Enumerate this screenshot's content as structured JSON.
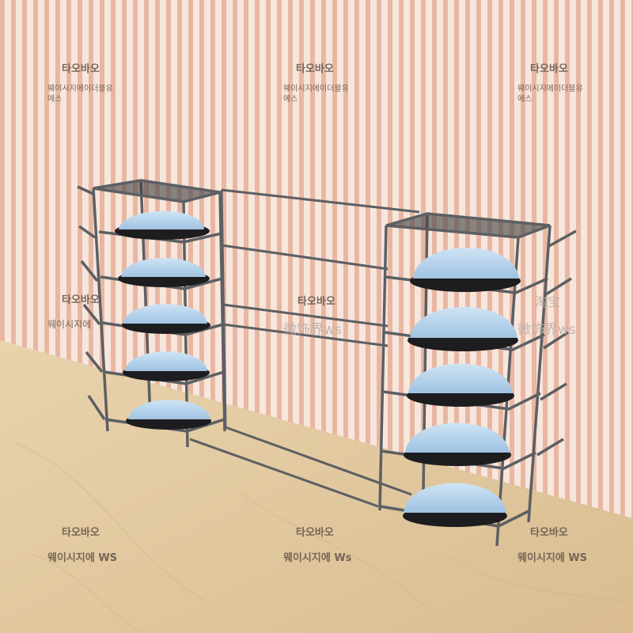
{
  "watermarks": {
    "top_left_title": "타오바오",
    "top_left_sub": "웨이시지에이더블유\n에스",
    "top_mid_title": "타오바오",
    "top_mid_sub": "웨이시지에이더블유\n에스",
    "top_right_title": "타오바오",
    "top_right_sub": "웨이시지에이더블유\n에스",
    "mid_left_title": "타오바오",
    "mid_left_sub": "웨이시지에",
    "mid_center_title": "타오바오",
    "mid_center_cn": "微饰界ws",
    "mid_right_title": "淘宝",
    "mid_right_cn": "微饰界ws",
    "bot_left_title": "타오바오",
    "bot_left_sub": "웨이시지에 WS",
    "bot_mid_title": "타오바오",
    "bot_mid_sub": "웨이시지에 Ws",
    "bot_right_title": "타오바오",
    "bot_right_sub": "웨이시지에 WS"
  },
  "colors": {
    "wall_stripe_a": "#f7e4d8",
    "wall_stripe_b": "#e9b9a6",
    "floor": "#e6cfa7",
    "frame": "#5c5f63",
    "ball_dome": "#b7d6ee",
    "ball_base": "#1d1d1f"
  }
}
